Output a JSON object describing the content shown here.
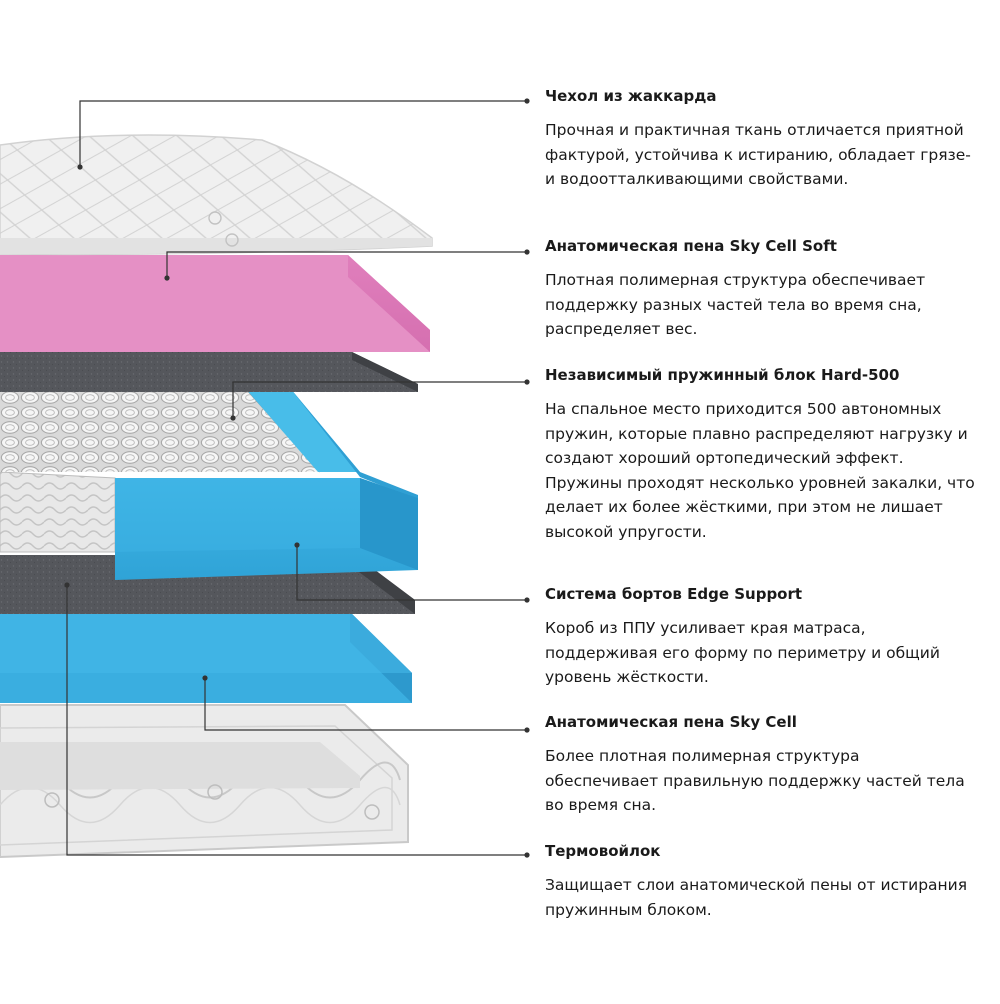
{
  "colors": {
    "pink": "#e58fc4",
    "blue": "#3ab0e2",
    "felt": "#55575c",
    "cover": "#eeeeee",
    "leader": "#333333"
  },
  "layers": [
    {
      "title": "Чехол из жаккарда",
      "description": "Прочная и практичная ткань отличается приятной фактурой, устойчива к истиранию, обладает грязе- и водоотталкивающими свойствами."
    },
    {
      "title": "Анатомическая пена Sky Cell Soft",
      "description": "Плотная полимерная структура обеспечивает поддержку разных частей тела во время сна, распределяет вес."
    },
    {
      "title": "Независимый пружинный блок Hard-500",
      "description": "На спальное место приходится 500 автономных пружин, которые плавно распределяют нагрузку и создают хороший ортопедический эффект. Пружины проходят несколько уровней закалки, что делает их более жёсткими, при этом не лишает высокой упругости."
    },
    {
      "title": "Система бортов Edge Support",
      "description": "Короб из ППУ усиливает края матраса, поддерживая его форму по периметру и общий уровень жёсткости."
    },
    {
      "title": "Анатомическая пена Sky Cell",
      "description": "Более плотная полимерная структура обеспечивает правильную поддержку частей тела во время сна."
    },
    {
      "title": "Термовойлок",
      "description": "Защищает слои анатомической пены от истирания пружинным блоком."
    }
  ]
}
